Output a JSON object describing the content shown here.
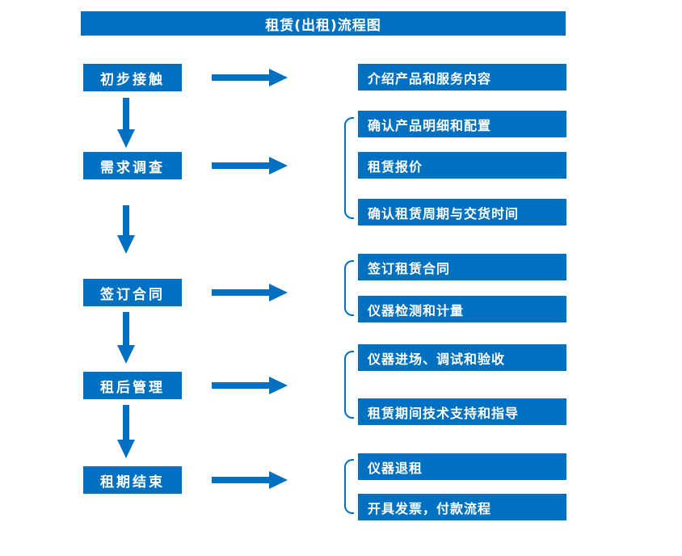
{
  "title": "租赁(出租)流程图",
  "colors": {
    "primary": "#0070C0",
    "box_text": "#FFFFFF",
    "background": "#FFFFFF"
  },
  "stages": [
    {
      "label": "初步接触",
      "outputs": [
        "介绍产品和服务内容"
      ]
    },
    {
      "label": "需求调查",
      "outputs": [
        "确认产品明细和配置",
        "租赁报价",
        "确认租赁周期与交货时间"
      ]
    },
    {
      "label": "签订合同",
      "outputs": [
        "签订租赁合同",
        "仪器检测和计量"
      ]
    },
    {
      "label": "租后管理",
      "outputs": [
        "仪器进场、调试和验收",
        "租赁期间技术支持和指导"
      ]
    },
    {
      "label": "租期结束",
      "outputs": [
        "仪器退租",
        "开具发票，付款流程"
      ]
    }
  ]
}
